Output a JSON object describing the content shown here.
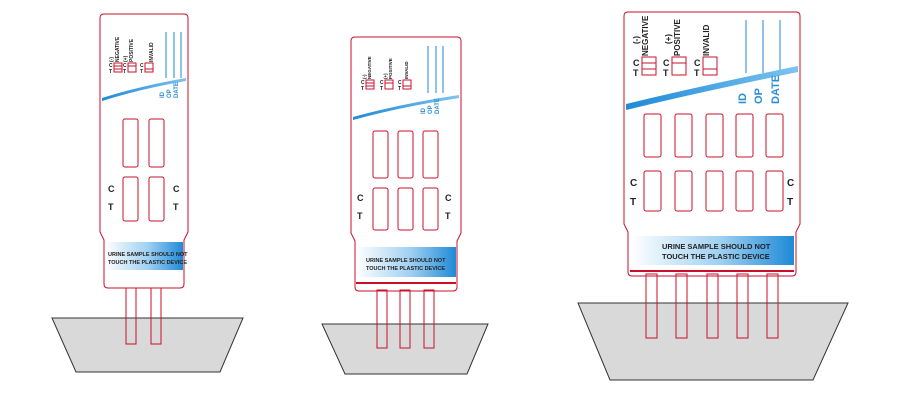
{
  "colors": {
    "outline": "#c8102e",
    "accent_blue": "#1f8ad6",
    "cup_fill": "#d9d9d9",
    "cup_stroke": "#333333"
  },
  "legend": {
    "negative_sign": "(-)",
    "negative": "NEGATIVE",
    "positive_sign": "(+)",
    "positive": "POSITIVE",
    "invalid": "INVALID",
    "c": "C",
    "t": "T"
  },
  "fields": {
    "id": "ID",
    "op": "OP",
    "date": "DATE"
  },
  "window": {
    "c": "C",
    "t": "T"
  },
  "warning": {
    "line1": "URINE SAMPLE SHOULD NOT",
    "line2": "TOUCH THE PLASTIC DEVICE"
  },
  "cards": [
    {
      "name": "two-panel",
      "panels": 2
    },
    {
      "name": "three-panel",
      "panels": 3
    },
    {
      "name": "five-panel",
      "panels": 5
    }
  ]
}
